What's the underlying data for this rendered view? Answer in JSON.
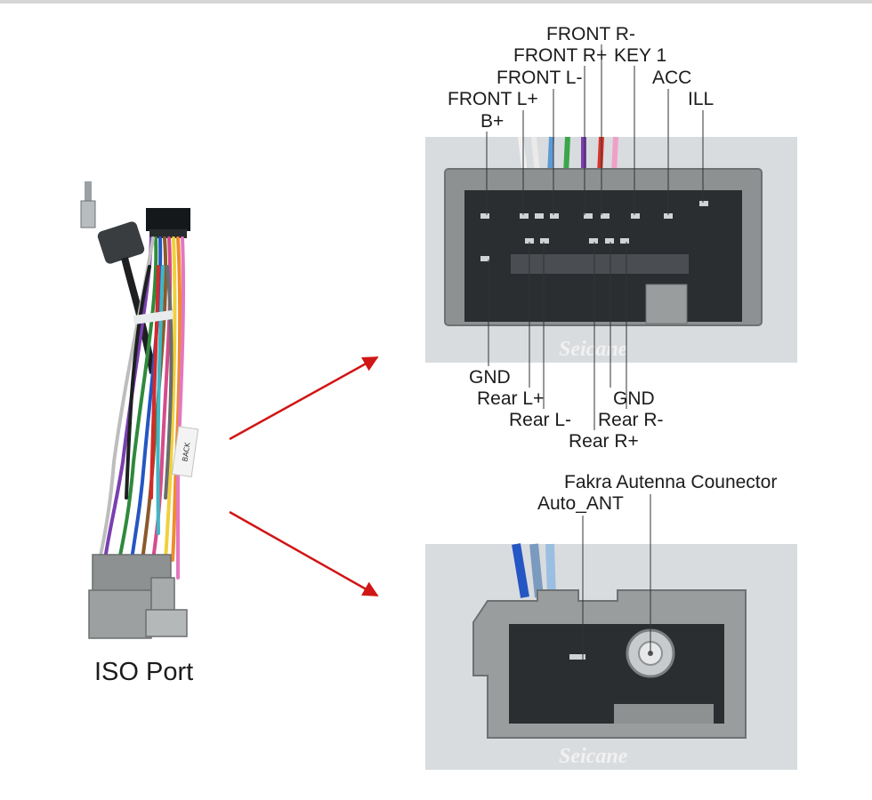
{
  "harness": {
    "caption": "ISO Port",
    "tag_text": "BACK"
  },
  "top_connector": {
    "brand": "Seicane",
    "pins_top": [
      "FRONT R-",
      "FRONT R+",
      "KEY 1",
      "FRONT L-",
      "ACC",
      "FRONT L+",
      "ILL",
      "B+"
    ],
    "pins_bottom": [
      "GND",
      "Rear L+",
      "GND",
      "Rear L-",
      "Rear R-",
      "Rear R+"
    ]
  },
  "bottom_connector": {
    "brand": "Seicane",
    "pins": [
      "Fakra Autenna Counector",
      "Auto_ANT"
    ]
  },
  "colors": {
    "arrow": "#d01616",
    "connector_gray": "#8e9192",
    "photo_bg": "#d9dcdf",
    "leader_line": "#333333"
  }
}
